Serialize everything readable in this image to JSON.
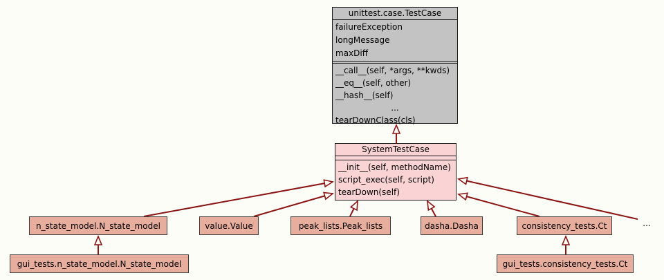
{
  "colors": {
    "background": "#fdfdf8",
    "arrow": "#8b1414",
    "base_class_fill": "#c3c3c3",
    "derived_class_fill": "#fad4d4",
    "leaf_class_fill": "#e7ae9e",
    "box_border": "#1a1a1a",
    "leaf_border": "#3c3c3c"
  },
  "classes": {
    "testcase": {
      "title": "unittest.case.TestCase",
      "attributes": [
        "failureException",
        "longMessage",
        "maxDiff"
      ],
      "methods": [
        "__call__(self, *args, **kwds)",
        "__eq__(self, other)",
        "__hash__(self)",
        "...",
        "tearDownClass(cls)"
      ]
    },
    "system": {
      "title": "SystemTestCase",
      "methods": [
        "__init__(self, methodName)",
        "script_exec(self, script)",
        "tearDown(self)"
      ]
    },
    "leaf_n_state": {
      "label": "n_state_model.N_state_model"
    },
    "leaf_value": {
      "label": "value.Value"
    },
    "leaf_peak": {
      "label": "peak_lists.Peak_lists"
    },
    "leaf_dasha": {
      "label": "dasha.Dasha"
    },
    "leaf_ct": {
      "label": "consistency_tests.Ct"
    },
    "leaf_gui_n_state": {
      "label": "gui_tests.n_state_model.N_state_model"
    },
    "leaf_gui_ct": {
      "label": "gui_tests.consistency_tests.Ct"
    }
  },
  "ellipsis": "..."
}
